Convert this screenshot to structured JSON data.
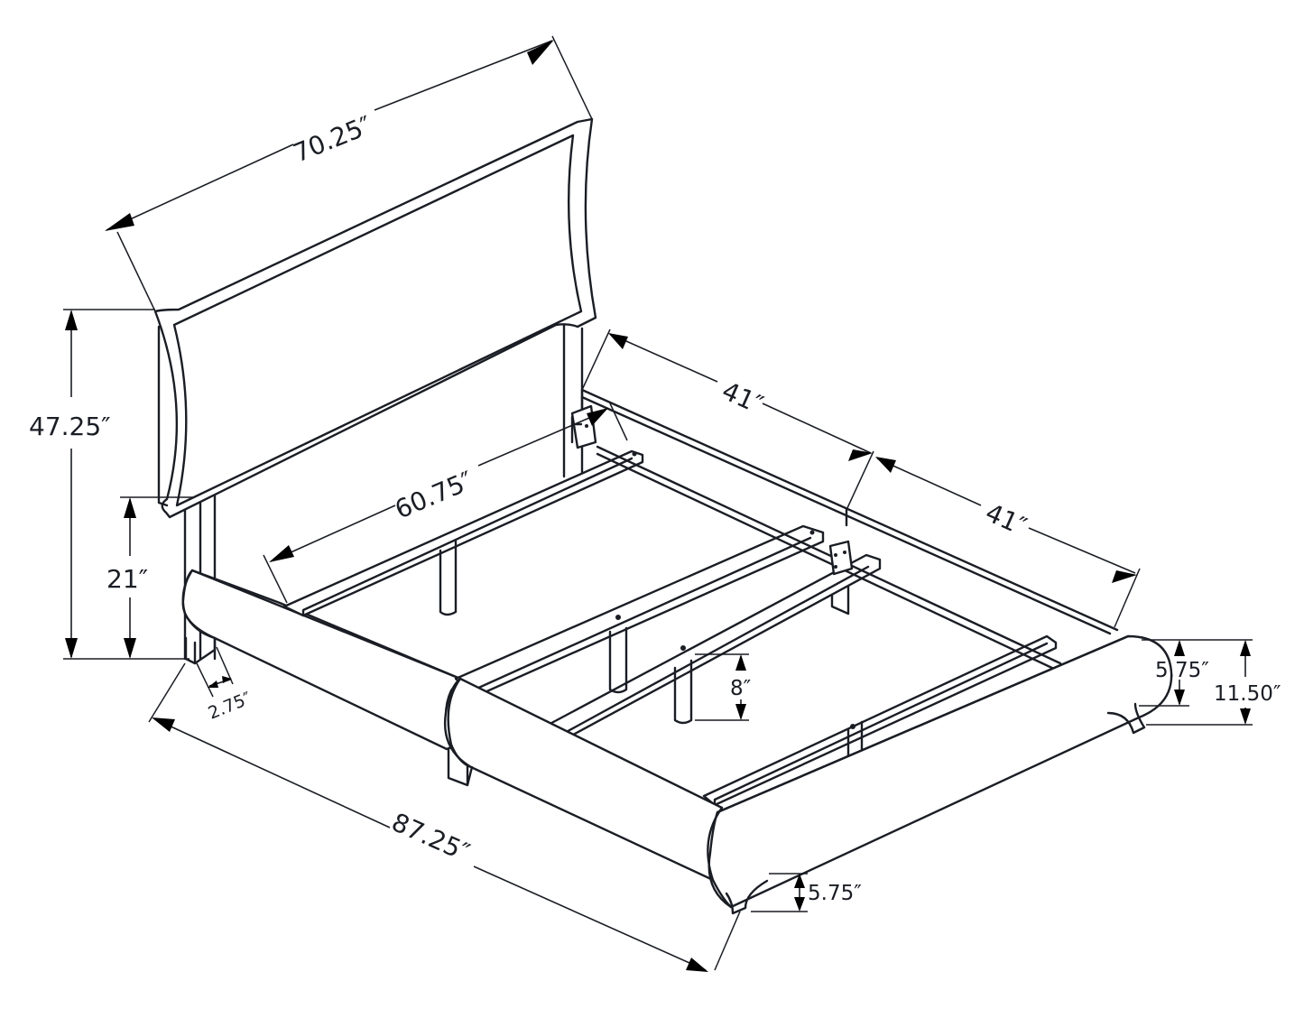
{
  "diagram": {
    "subject": "Bed frame dimension drawing",
    "colors": {
      "line": "#1a1d24",
      "background": "#ffffff"
    },
    "dimensions": {
      "headboard_width": "70.25″",
      "headboard_height_total": "47.25″",
      "side_rail_height": "21″",
      "leg_width": "2.75″",
      "inner_width": "60.75″",
      "rail_length_first": "41″",
      "rail_length_second": "41″",
      "footboard_profile_upper": "5.75″",
      "footboard_total_height": "11.50″",
      "center_leg_height": "8″",
      "overall_length": "87.25″",
      "foot_leg_height": "5.75″"
    }
  }
}
